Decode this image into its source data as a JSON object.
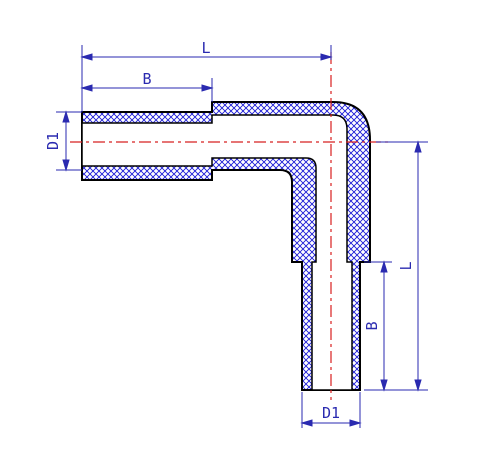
{
  "colors": {
    "outline": "#000000",
    "hatch": "#1a1ad6",
    "dimension": "#2a2ab0",
    "centerline": "#d82020",
    "background": "#ffffff"
  },
  "labels": {
    "top_overall": "L",
    "top_socket": "B",
    "left_diameter": "D1",
    "right_overall": "L",
    "right_socket": "B",
    "bottom_diameter": "D1"
  }
}
